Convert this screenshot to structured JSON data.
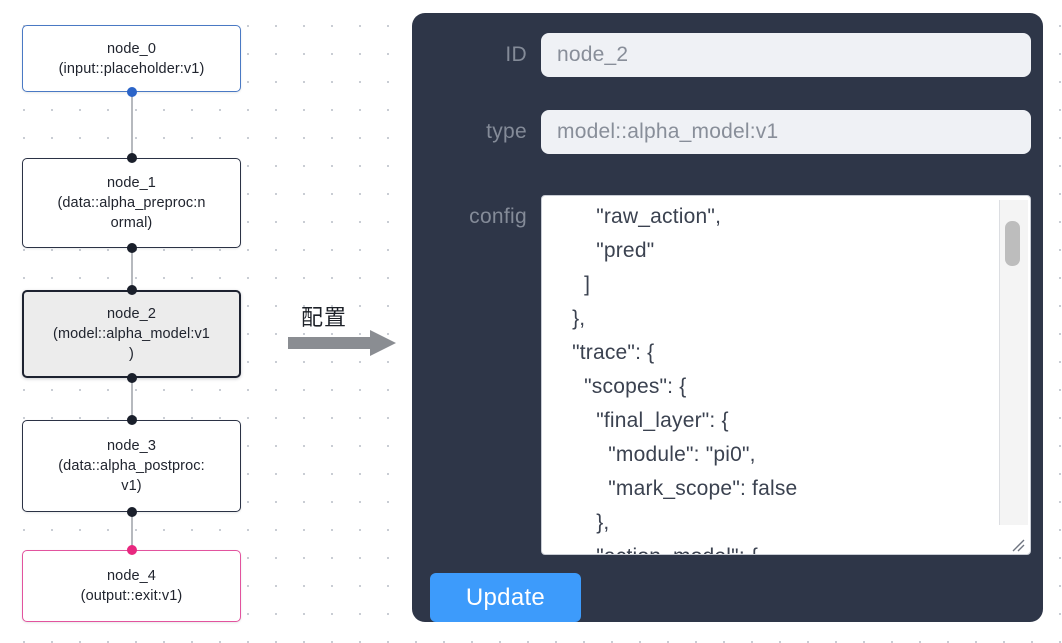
{
  "graph": {
    "nodes": [
      {
        "id": "node_0",
        "label": "node_0\n(input::placeholder:v1)",
        "kind": "input",
        "selected": false
      },
      {
        "id": "node_1",
        "label": "node_1\n(data::alpha_preproc:n\normal)",
        "kind": "default",
        "selected": false
      },
      {
        "id": "node_2",
        "label": "node_2\n(model::alpha_model:v1\n)",
        "kind": "default",
        "selected": true
      },
      {
        "id": "node_3",
        "label": "node_3\n(data::alpha_postproc:\nv1)",
        "kind": "default",
        "selected": false
      },
      {
        "id": "node_4",
        "label": "node_4\n(output::exit:v1)",
        "kind": "output",
        "selected": false
      }
    ],
    "colors": {
      "input_border": "#4a79c4",
      "output_border": "#e2539e",
      "default_border": "#2b3245",
      "selected_fill": "#ececec",
      "edge": "#b6b9be",
      "handle": "#1a1f2b",
      "handle_blue": "#2b64c8",
      "handle_pink": "#e8287f"
    }
  },
  "arrow": {
    "caption": "配置",
    "icon": "arrow-right-icon",
    "color": "#8a8d92"
  },
  "panel": {
    "background": "#2e3648",
    "fields": [
      {
        "name": "id",
        "label": "ID",
        "value": "node_2",
        "placeholder": "node id"
      },
      {
        "name": "type",
        "label": "type",
        "value": "model::alpha_model:v1",
        "placeholder": "node type"
      }
    ],
    "config": {
      "label": "config",
      "value": "      \"raw_action\",\n      \"pred\"\n    ]\n  },\n  \"trace\": {\n    \"scopes\": {\n      \"final_layer\": {\n        \"module\": \"pi0\",\n        \"mark_scope\": false\n      },\n      \"action_model\": {",
      "placeholder": "config JSON",
      "scrollbar": "vertical-scrollbar",
      "resize_handle": "resize-handle-icon"
    },
    "update_button": {
      "label": "Update",
      "color": "#3d9bfb"
    }
  }
}
